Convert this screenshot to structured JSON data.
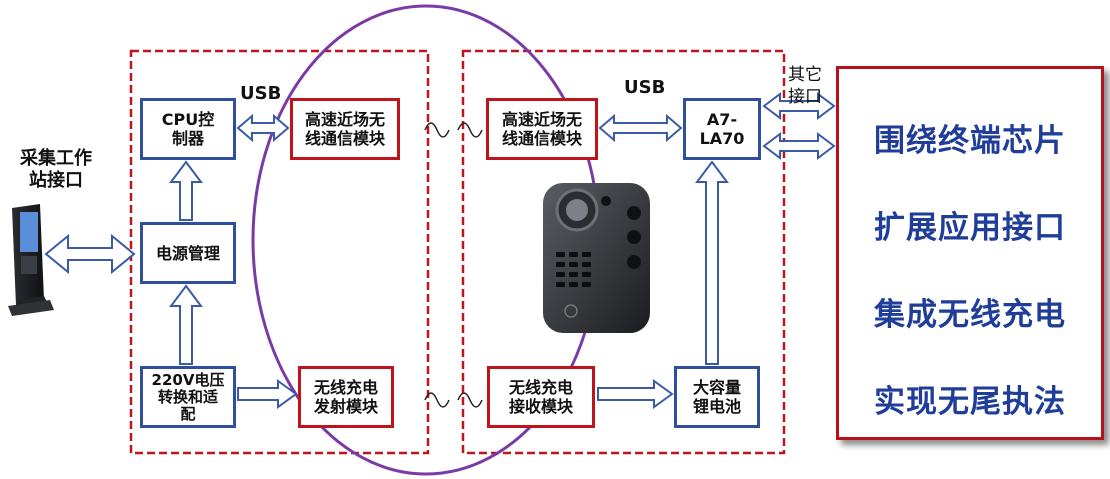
{
  "diagram": {
    "station_label": "采集工作\n站接口",
    "usb_label": "USB",
    "other_interface_label": "其它\n接口",
    "left_module": {
      "cpu": "CPU控\n制器",
      "nfc_tx": "高速近场无\n线通信模块",
      "power": "电源管理",
      "converter": "220V电压\n转换和适\n配",
      "wc_tx": "无线充电\n发射模块"
    },
    "right_module": {
      "nfc_rx": "高速近场无\n线通信模块",
      "a7": "A7-\nLA70",
      "wc_rx": "无线充电\n接收模块",
      "battery": "大容量\n锂电池"
    },
    "features": [
      "围绕终端芯片",
      "扩展应用接口",
      "集成无线充电",
      "实现无尾执法"
    ]
  },
  "colors": {
    "box_border_blue": "#2e4fa0",
    "box_border_red": "#c0141c",
    "dashed_frame": "#c0141c",
    "ellipse": "#7a3aa6",
    "feature_text": "#1f3d99",
    "arrow_stroke": "#3b5aa8"
  },
  "icons": [
    "kiosk-icon",
    "body-camera-icon",
    "wave-icon"
  ]
}
